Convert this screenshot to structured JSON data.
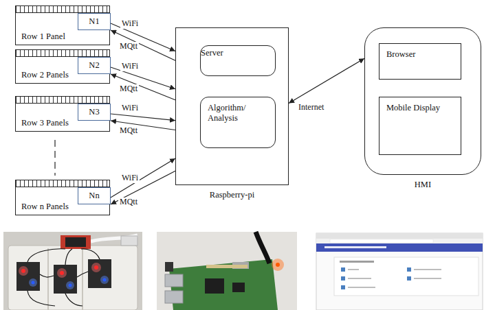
{
  "diagram": {
    "nodes": [
      {
        "text": [
          "Row 1 Panel"
        ]
      },
      {
        "text": [
          "N1"
        ],
        "in": 0
      },
      {
        "text": [
          "Row 2 Panels"
        ]
      },
      {
        "text": [
          "N2"
        ],
        "in": 2
      },
      {
        "text": [
          "Row 3 Panels"
        ]
      },
      {
        "text": [
          "N3"
        ],
        "in": 4
      },
      {
        "text": [
          "Row n Panels"
        ]
      },
      {
        "text": [
          "Nn"
        ],
        "in": 6
      },
      {
        "text": [
          "Raspberry-pi"
        ]
      },
      {
        "text": [
          "Server"
        ],
        "in": 8
      },
      {
        "text": [
          "Algorithm/ Analysis"
        ],
        "in": 8
      },
      {
        "text": [
          "HMI"
        ]
      },
      {
        "text": [
          "Browser"
        ],
        "in": 11
      },
      {
        "text": [
          "Mobile Display"
        ],
        "in": 11
      }
    ],
    "edges": [
      {
        "from": 1,
        "to": 8,
        "label": "WiFi",
        "arrow": "to"
      },
      {
        "from": 8,
        "to": 1,
        "label": "MQtt",
        "arrow": "to"
      },
      {
        "from": 3,
        "to": 8,
        "label": "WiFi",
        "arrow": "to"
      },
      {
        "from": 8,
        "to": 3,
        "label": "MQtt",
        "arrow": "to"
      },
      {
        "from": 5,
        "to": 8,
        "label": "WiFi",
        "arrow": "to"
      },
      {
        "from": 8,
        "to": 5,
        "label": "MQtt",
        "arrow": "to"
      },
      {
        "from": 7,
        "to": 8,
        "label": "WiFi",
        "arrow": "to"
      },
      {
        "from": 8,
        "to": 7,
        "label": "MQtt",
        "arrow": "to"
      },
      {
        "from": 8,
        "to": 11,
        "label": "Internet",
        "arrow": "both"
      }
    ]
  }
}
